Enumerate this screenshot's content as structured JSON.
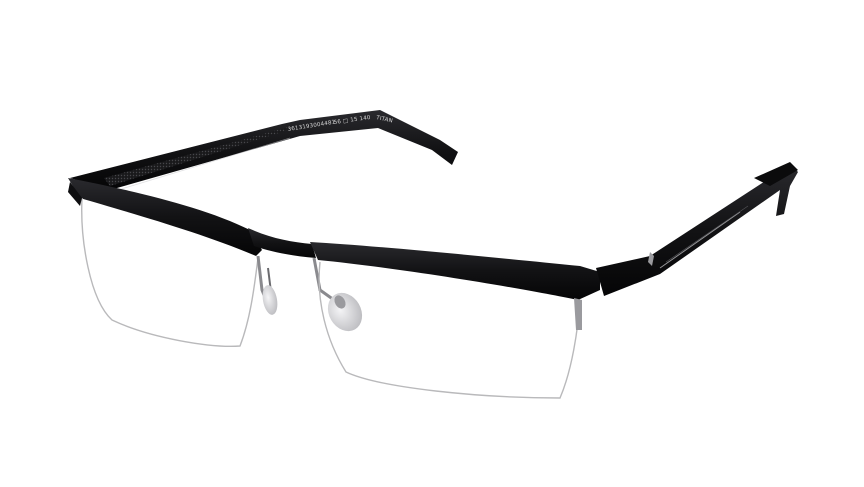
{
  "product": {
    "temple_code": "3613193004481",
    "size_markings": "56 □ 15  140",
    "material_mark": "TITAN"
  },
  "colors": {
    "frame": "#121214",
    "frame_highlight": "#3a3a3e",
    "rimless_wire": "#b9b9bb",
    "nose_pad": "#d8d8da",
    "pad_arm": "#8a8a8e",
    "background": "#ffffff"
  },
  "icons": {
    "logo_mark": "logo-icon"
  }
}
